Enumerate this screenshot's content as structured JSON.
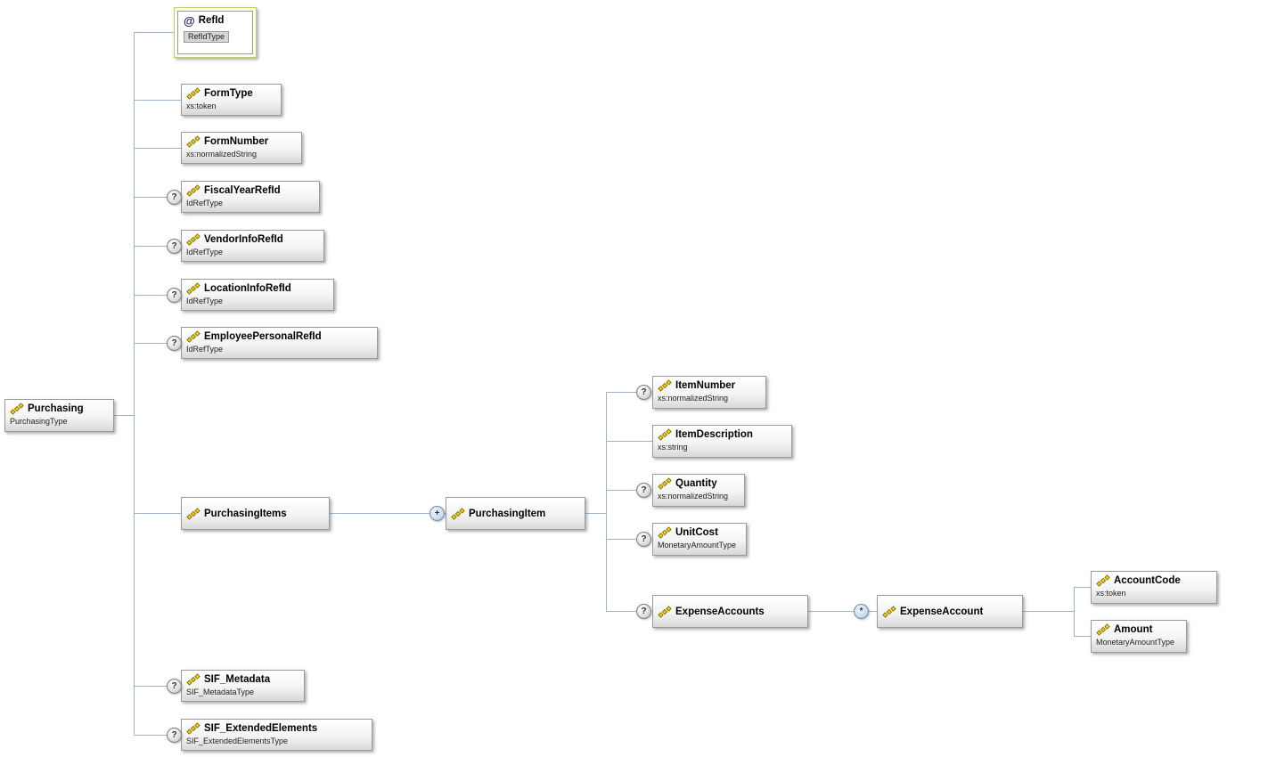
{
  "symbols": {
    "optional": "?",
    "one_or_more": "+",
    "zero_or_more": "*",
    "attribute": "@"
  },
  "colors": {
    "connector": "#9cb4c6",
    "box_border": "#9a9a9a",
    "attribute_highlight_border": "#c9c96e",
    "element_icon_diamond": "#f5d40a",
    "occurrence_badge_border": "#6e8cab"
  },
  "nodes": {
    "purchasing": {
      "name": "Purchasing",
      "type": "PurchasingType"
    },
    "refid": {
      "name": "RefId",
      "type": "RefIdType"
    },
    "formtype": {
      "name": "FormType",
      "type": "xs:token"
    },
    "formnumber": {
      "name": "FormNumber",
      "type": "xs:normalizedString"
    },
    "fiscalyearrefid": {
      "name": "FiscalYearRefId",
      "type": "IdRefType"
    },
    "vendorinforefid": {
      "name": "VendorInfoRefId",
      "type": "IdRefType"
    },
    "locationinforefid": {
      "name": "LocationInfoRefId",
      "type": "IdRefType"
    },
    "employeepersonalrefid": {
      "name": "EmployeePersonalRefId",
      "type": "IdRefType"
    },
    "purchasingitems": {
      "name": "PurchasingItems"
    },
    "purchasingitem": {
      "name": "PurchasingItem"
    },
    "itemnumber": {
      "name": "ItemNumber",
      "type": "xs:normalizedString"
    },
    "itemdescription": {
      "name": "ItemDescription",
      "type": "xs:string"
    },
    "quantity": {
      "name": "Quantity",
      "type": "xs:normalizedString"
    },
    "unitcost": {
      "name": "UnitCost",
      "type": "MonetaryAmountType"
    },
    "expenseaccounts": {
      "name": "ExpenseAccounts"
    },
    "expenseaccount": {
      "name": "ExpenseAccount"
    },
    "accountcode": {
      "name": "AccountCode",
      "type": "xs:token"
    },
    "amount": {
      "name": "Amount",
      "type": "MonetaryAmountType"
    },
    "sif_metadata": {
      "name": "SIF_Metadata",
      "type": "SIF_MetadataType"
    },
    "sif_extendedelements": {
      "name": "SIF_ExtendedElements",
      "type": "SIF_ExtendedElementsType"
    }
  }
}
